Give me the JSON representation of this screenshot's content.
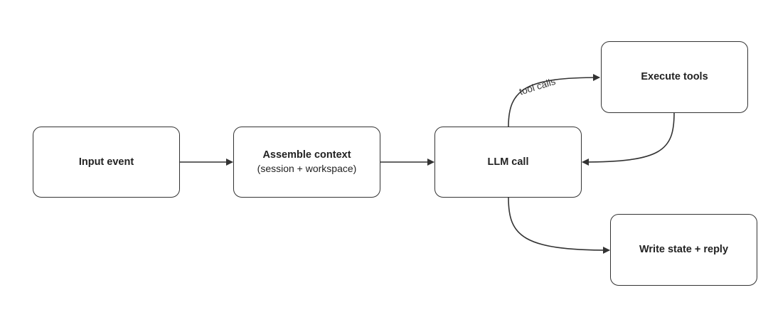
{
  "diagram": {
    "nodes": {
      "input_event": {
        "title": "Input event"
      },
      "assemble_context": {
        "title": "Assemble context",
        "subtitle": "(session + workspace)"
      },
      "llm_call": {
        "title": "LLM call"
      },
      "execute_tools": {
        "title": "Execute tools"
      },
      "write_state": {
        "title": "Write state + reply"
      }
    },
    "edges": {
      "tool_calls_label": "tool calls"
    }
  },
  "colors": {
    "stroke": "#333333",
    "text": "#222222",
    "background": "#ffffff"
  }
}
